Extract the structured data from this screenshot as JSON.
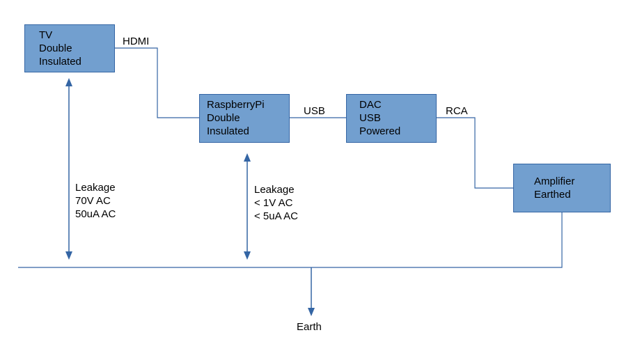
{
  "colors": {
    "box_fill": "#729fcf",
    "box_border": "#3465a4",
    "connector": "#3465a4"
  },
  "boxes": {
    "tv": {
      "lines": [
        "TV",
        "Double",
        "Insulated"
      ]
    },
    "raspberry_pi": {
      "lines": [
        "RaspberryPi",
        "Double",
        "Insulated"
      ]
    },
    "dac": {
      "lines": [
        "DAC",
        "USB",
        "Powered"
      ]
    },
    "amplifier": {
      "lines": [
        "Amplifier",
        "Earthed"
      ]
    }
  },
  "connections": {
    "hdmi": "HDMI",
    "usb": "USB",
    "rca": "RCA"
  },
  "leakage": {
    "tv": {
      "lines": [
        "Leakage",
        "70V AC",
        "50uA AC"
      ]
    },
    "raspberry_pi": {
      "lines": [
        "Leakage",
        "< 1V AC",
        "< 5uA AC"
      ]
    }
  },
  "earth": {
    "label": "Earth"
  }
}
